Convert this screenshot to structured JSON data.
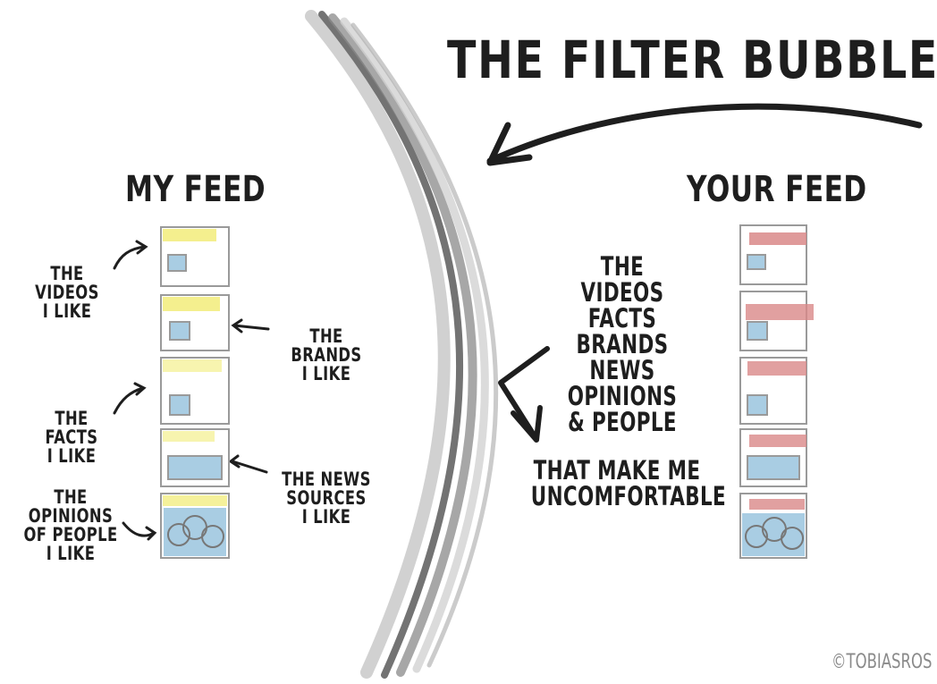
{
  "title": "THE FILTER BUBBLE:",
  "my_feed": {
    "heading": "MY FEED",
    "labels": {
      "videos": "THE VIDEOS\nI LIKE",
      "brands": "THE BRANDS\nI LIKE",
      "facts": "THE FACTS\nI LIKE",
      "news": "THE NEWS\nSOURCES\nI LIKE",
      "opinions": "THE OPINIONS\nOF PEOPLE\nI LIKE"
    }
  },
  "your_feed": {
    "heading": "YOUR FEED"
  },
  "middle": {
    "list": "THE VIDEOS\nFACTS\nBRANDS\nNEWS\nOPINIONS\n& PEOPLE",
    "tail": "THAT MAKE ME\nUNCOMFORTABLE"
  },
  "credit": "©TOBIASROS",
  "colors": {
    "ink": "#1e1e1e",
    "highlight_yellow": "#f2ec7a",
    "highlight_red": "#d98888",
    "image_blue": "#a9cde3",
    "bubble_gray": "#6e6e6e"
  },
  "icons": [
    "arrow-icon",
    "feed-card-icon",
    "people-photo-icon"
  ]
}
